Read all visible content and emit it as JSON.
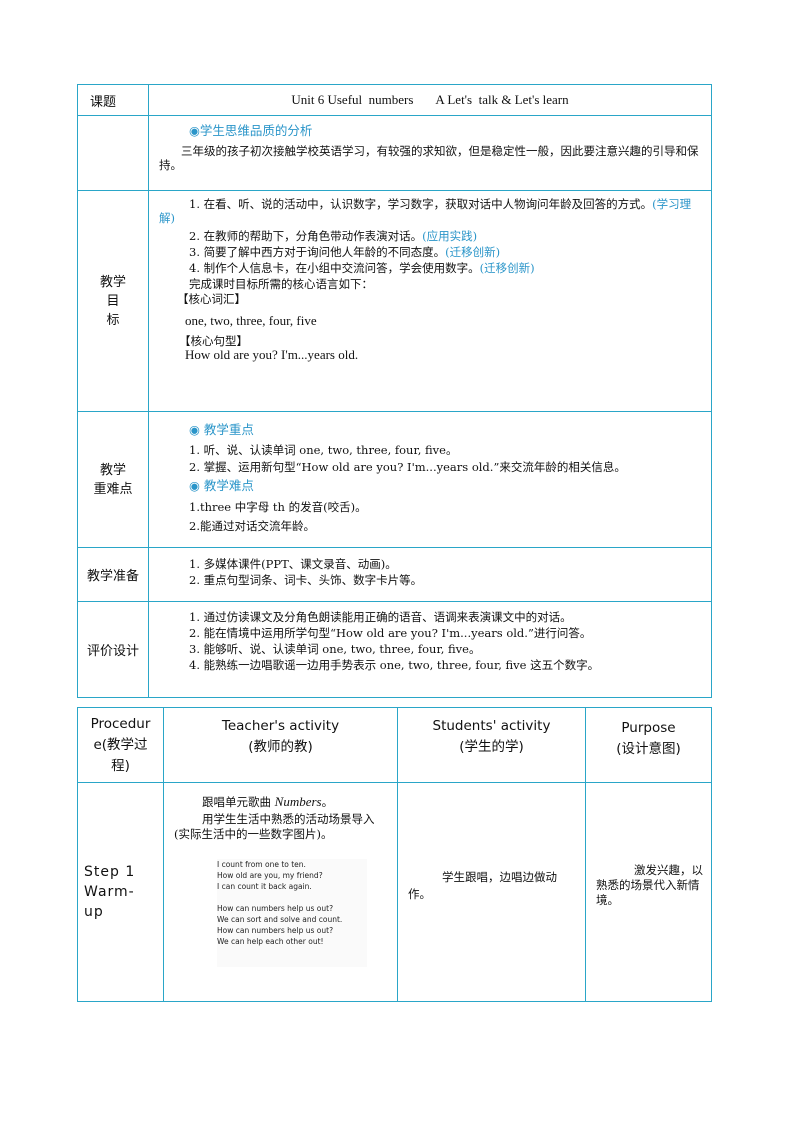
{
  "table1": {
    "topic_label": "课题",
    "topic_value": "Unit 6 Useful  numbers       A Let's  talk & Let's learn",
    "analysis": {
      "heading": "◉学生思维品质的分析",
      "text": "三年级的孩子初次接触学校英语学习，有较强的求知欲，但是稳定性一般，因此要注意兴趣的引导和保持。"
    },
    "objectives": {
      "label_lines": [
        "教学",
        "目",
        "标"
      ],
      "item1_text": "1. 在看、听、说的活动中，认识数字，学习数字，获取对话中人物询问年龄及回答的方式。",
      "item1_tag": "(学习理解)",
      "item2_text": "2. 在教师的帮助下，分角色带动作表演对话。",
      "item2_tag": "(应用实践)",
      "item3_text": "3. 简要了解中西方对于询问他人年龄的不同态度。",
      "item3_tag": "(迁移创新)",
      "item4_text": "4. 制作个人信息卡，在小组中交流问答，学会使用数字。",
      "item4_tag": "(迁移创新)",
      "lang_intro": "完成课时目标所需的核心语言如下：",
      "vocab_heading": "【核心词汇】",
      "vocab": "one,  two,  three,  four,  five",
      "sentence_heading": "【核心句型】",
      "sentence": "How old are you?  I'm...years old."
    },
    "key_points": {
      "label_lines": [
        "教学",
        "重难点"
      ],
      "focus_heading": "◉ 教学重点",
      "focus1": "1. 听、说、认读单词 one,  two,  three,  four,  five。",
      "focus2": "2. 掌握、运用新句型“How old are  you?  I'm...years  old.”来交流年龄的相关信息。",
      "difficulty_heading": "◉ 教学难点",
      "diff1": "1.three 中字母 th 的发音(咬舌)。",
      "diff2": "2.能通过对话交流年龄。"
    },
    "prep": {
      "label": "教学准备",
      "item1": "1. 多媒体课件(PPT、课文录音、动画)。",
      "item2": "2. 重点句型词条、词卡、头饰、数字卡片等。"
    },
    "assessment": {
      "label": "评价设计",
      "item1": "1. 通过仿读课文及分角色朗读能用正确的语音、语调来表演课文中的对话。",
      "item2": "2. 能在情境中运用所学句型“How old are you?  I'm...years old.”进行问答。",
      "item3": "3. 能够听、说、认读单词 one,  two,  three,  four,  five。",
      "item4": "4. 能熟练一边唱歌谣一边用手势表示 one,  two,  three,  four,  five 这五个数字。"
    }
  },
  "table2": {
    "headers": {
      "procedure_lines": [
        "Procedur",
        "e(教学过",
        "程)"
      ],
      "teacher_lines": [
        "Teacher's activity",
        "(教师的教)"
      ],
      "students_lines": [
        "Students'  activity",
        "(学生的学)"
      ],
      "purpose_lines": [
        "Purpose",
        "(设计意图)"
      ]
    },
    "step1": {
      "step_lines": [
        "Step 1",
        "Warm-",
        "up"
      ],
      "teacher_line1_prefix": "跟唱单元歌曲 ",
      "teacher_line1_song": "Numbers",
      "teacher_line1_suffix": "。",
      "teacher_para2": "用学生生活中熟悉的活动场景导入(实际生活中的一些数字图片)。",
      "song_lines": [
        "I count from one to ten.",
        "How old are you, my friend?",
        "I can count it back again.",
        "",
        "How can numbers help us out?",
        "We can sort and solve and count.",
        "How can numbers help us out?",
        "We can help each other out!"
      ],
      "students": "学生跟唱，边唱边做动作。",
      "purpose": "激发兴趣，以熟悉的场景代入新情境。"
    }
  }
}
